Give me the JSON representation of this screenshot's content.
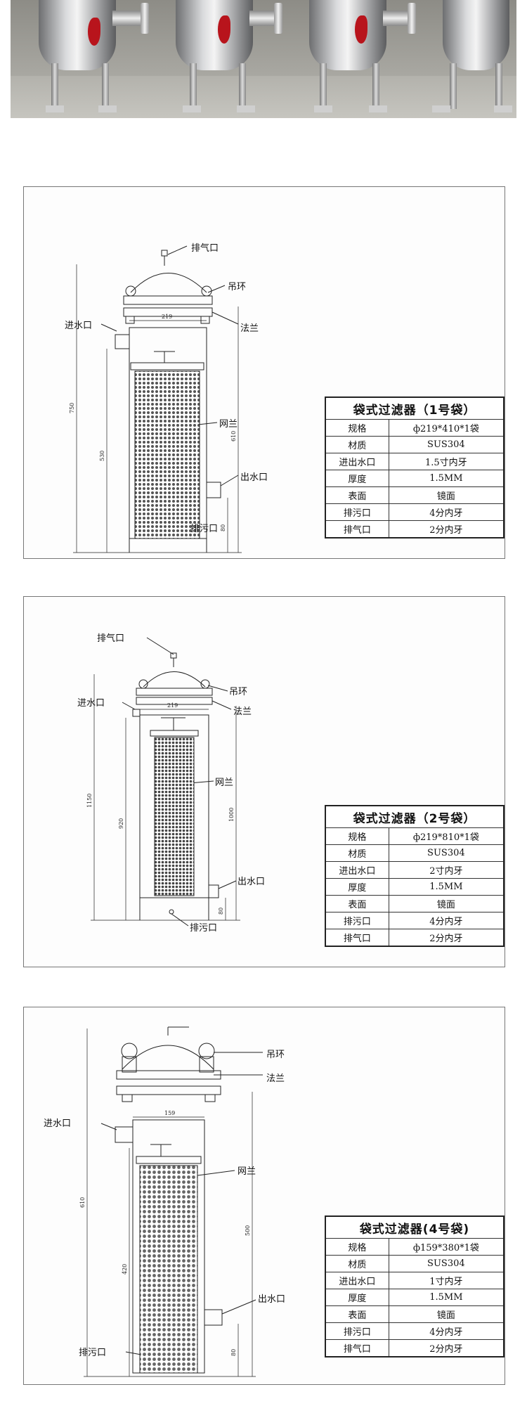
{
  "photo": {
    "alt_icon": "filter-housing-photo"
  },
  "diagrams": [
    {
      "labels": {
        "vent": "排气口",
        "ring": "吊环",
        "flange": "法兰",
        "inlet": "进水口",
        "mesh": "网兰",
        "outlet": "出水口",
        "drain": "排污口"
      },
      "dims": {
        "diameter": "219",
        "total": "750",
        "body": "530",
        "bag": "610",
        "outlet": "80"
      },
      "table": {
        "title": "袋式过滤器（1号袋）",
        "rows": [
          {
            "k": "规格",
            "v": "ф219*410*1袋"
          },
          {
            "k": "材质",
            "v": "SUS304"
          },
          {
            "k": "进出水口",
            "v": "1.5寸内牙"
          },
          {
            "k": "厚度",
            "v": "1.5MM"
          },
          {
            "k": "表面",
            "v": "镜面"
          },
          {
            "k": "排污口",
            "v": "4分内牙"
          },
          {
            "k": "排气口",
            "v": "2分内牙"
          }
        ]
      }
    },
    {
      "labels": {
        "vent": "排气口",
        "ring": "吊环",
        "flange": "法兰",
        "inlet": "进水口",
        "mesh": "网兰",
        "outlet": "出水口",
        "drain": "排污口"
      },
      "dims": {
        "diameter": "219",
        "total": "1150",
        "body": "920",
        "bag": "1000",
        "outlet": "80"
      },
      "table": {
        "title": "袋式过滤器（2号袋）",
        "rows": [
          {
            "k": "规格",
            "v": "ф219*810*1袋"
          },
          {
            "k": "材质",
            "v": "SUS304"
          },
          {
            "k": "进出水口",
            "v": "2寸内牙"
          },
          {
            "k": "厚度",
            "v": "1.5MM"
          },
          {
            "k": "表面",
            "v": "镜面"
          },
          {
            "k": "排污口",
            "v": "4分内牙"
          },
          {
            "k": "排气口",
            "v": "2分内牙"
          }
        ]
      }
    },
    {
      "labels": {
        "ring": "吊环",
        "flange": "法兰",
        "inlet": "进水口",
        "mesh": "网兰",
        "outlet": "出水口",
        "drain": "排污口"
      },
      "dims": {
        "diameter": "159",
        "total": "610",
        "body": "420",
        "bag": "500",
        "outlet": "80"
      },
      "table": {
        "title": "袋式过滤器(4号袋)",
        "rows": [
          {
            "k": "规格",
            "v": "ф159*380*1袋"
          },
          {
            "k": "材质",
            "v": "SUS304"
          },
          {
            "k": "进出水口",
            "v": "1寸内牙"
          },
          {
            "k": "厚度",
            "v": "1.5MM"
          },
          {
            "k": "表面",
            "v": "镜面"
          },
          {
            "k": "排污口",
            "v": "4分内牙"
          },
          {
            "k": "排气口",
            "v": "2分内牙"
          }
        ]
      }
    }
  ]
}
